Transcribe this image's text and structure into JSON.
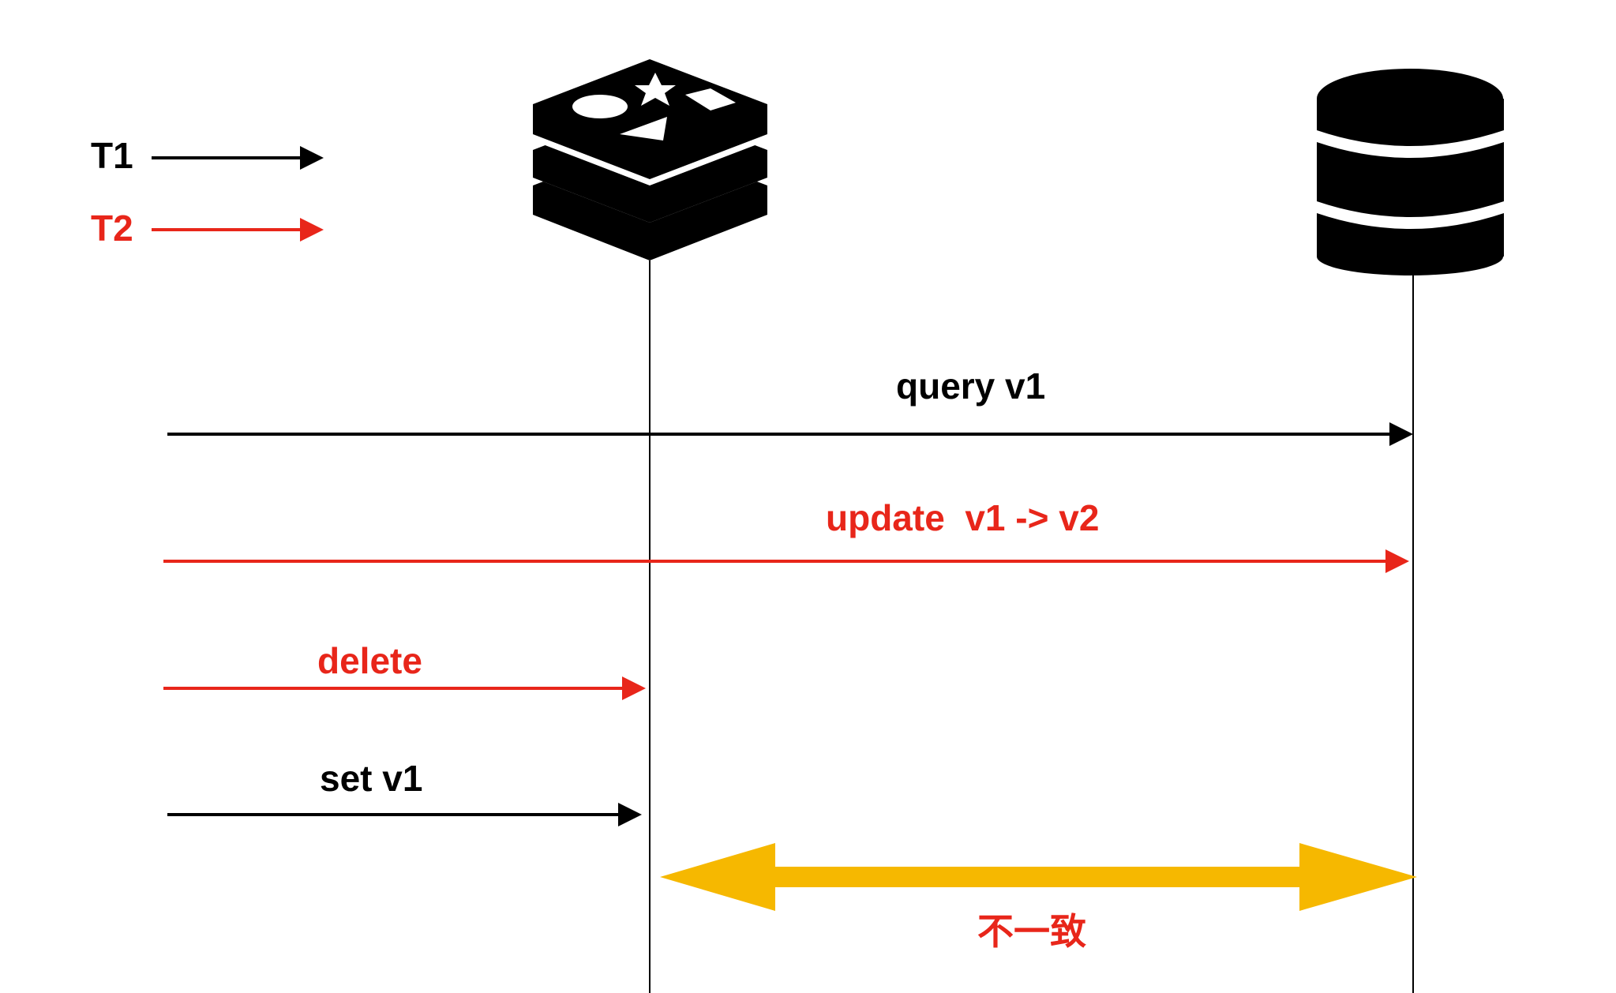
{
  "legend": {
    "t1": {
      "label": "T1",
      "color": "#000000"
    },
    "t2": {
      "label": "T2",
      "color": "#e8261a"
    }
  },
  "nodes": {
    "cache": {
      "icon": "redis-icon"
    },
    "database": {
      "icon": "database-icon"
    }
  },
  "messages": [
    {
      "id": "query",
      "label": "query v1",
      "color": "#000000",
      "target": "database"
    },
    {
      "id": "update",
      "label": "update  v1 -> v2",
      "color": "#e8261a",
      "target": "database"
    },
    {
      "id": "delete",
      "label": "delete",
      "color": "#e8261a",
      "target": "cache"
    },
    {
      "id": "set",
      "label": "set v1",
      "color": "#000000",
      "target": "cache"
    }
  ],
  "inconsistency": {
    "label": "不一致",
    "arrow_color": "#f6b800",
    "label_color": "#e8261a"
  }
}
